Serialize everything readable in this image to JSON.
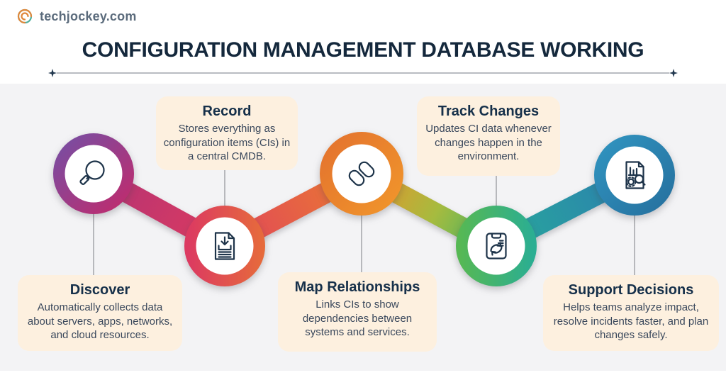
{
  "brand": {
    "name": "techjockey.com",
    "logo_icon": "swirl-logo-icon"
  },
  "header": {
    "title": "CONFIGURATION MANAGEMENT DATABASE WORKING"
  },
  "steps": [
    {
      "title": "Discover",
      "description": "Automatically collects data about servers, apps, networks, and cloud resources.",
      "icon": "magnifier-icon",
      "label_position": "below"
    },
    {
      "title": "Record",
      "description": "Stores everything as configuration items (CIs) in a central CMDB.",
      "icon": "document-download-icon",
      "label_position": "above"
    },
    {
      "title": "Map Relationships",
      "description": "Links CIs to show dependencies between systems and services.",
      "icon": "chain-link-icon",
      "label_position": "below"
    },
    {
      "title": "Track Changes",
      "description": "Updates CI data whenever changes happen in the environment.",
      "icon": "clipboard-sync-icon",
      "label_position": "above"
    },
    {
      "title": "Support Decisions",
      "description": "Helps teams analyze impact, resolve incidents faster, and plan changes safely.",
      "icon": "report-analysis-icon",
      "label_position": "below"
    }
  ],
  "colors": {
    "title_text": "#14283c",
    "panel_bg": "#f3f3f5",
    "card_bg": "#fdf0df",
    "body_text": "#3a485c",
    "logo_orange": "#e0873b",
    "logo_teal": "#4fae9e",
    "seg1a": "#b23375",
    "seg1b": "#de3b5f",
    "seg2a": "#e0455b",
    "seg2b": "#eb7b30",
    "seg3a": "#ee9129",
    "seg3b": "#a6bb3f",
    "seg3c": "#3fb465",
    "seg4a": "#28a89b",
    "seg4b": "#2b80af",
    "n1a": "#7f4a9d",
    "n1b": "#bc2d70",
    "n2a": "#dc3a61",
    "n2b": "#e66b3b",
    "n3a": "#e4742e",
    "n3b": "#f0942b",
    "n4a": "#56b854",
    "n4b": "#2bae92",
    "n5a": "#3093bf",
    "n5b": "#26719f"
  }
}
